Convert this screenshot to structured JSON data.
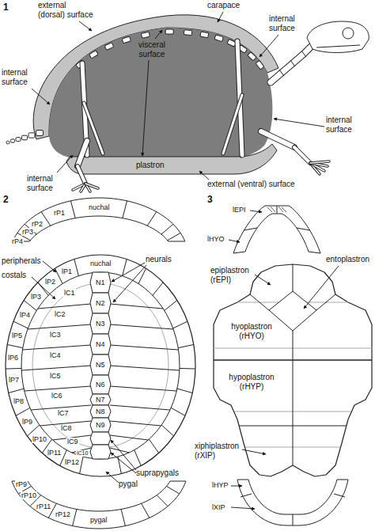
{
  "diagram": {
    "labels": [
      "1",
      "external (dorsal) surface",
      "carapace",
      "internal surface",
      "visceral surface",
      "internal surface",
      "internal surface",
      "internal surface",
      "plastron",
      "external (ventral) surface",
      "2",
      "rP1",
      "nuchal",
      "rP2",
      "rP3",
      "rP4",
      "lP1",
      "nuchal",
      "lP2",
      "peripherals",
      "costals",
      "lP3",
      "lP4",
      "lC1",
      "lC2",
      "neurals",
      "N1",
      "N2",
      "N3",
      "lP5",
      "lC3",
      "lP6",
      "lC4",
      "N4",
      "lP7",
      "lC5",
      "N5",
      "lP8",
      "lC6",
      "N6",
      "N7",
      "lC7",
      "N8",
      "lP9",
      "lC8",
      "N9",
      "lC9",
      "lP10",
      "lC10",
      "suprapygals",
      "lP11",
      "lP12",
      "pygal",
      "rP9",
      "rP10",
      "rP11",
      "rP12",
      "pygal",
      "3",
      "lEPI",
      "lHYO",
      "entoplastron",
      "epiplastron (rEPI)",
      "hyoplastron (rHYO)",
      "hypoplastron (rHYP)",
      "xiphiplastron (rXIP)",
      "lHYP",
      "lXIP"
    ]
  }
}
